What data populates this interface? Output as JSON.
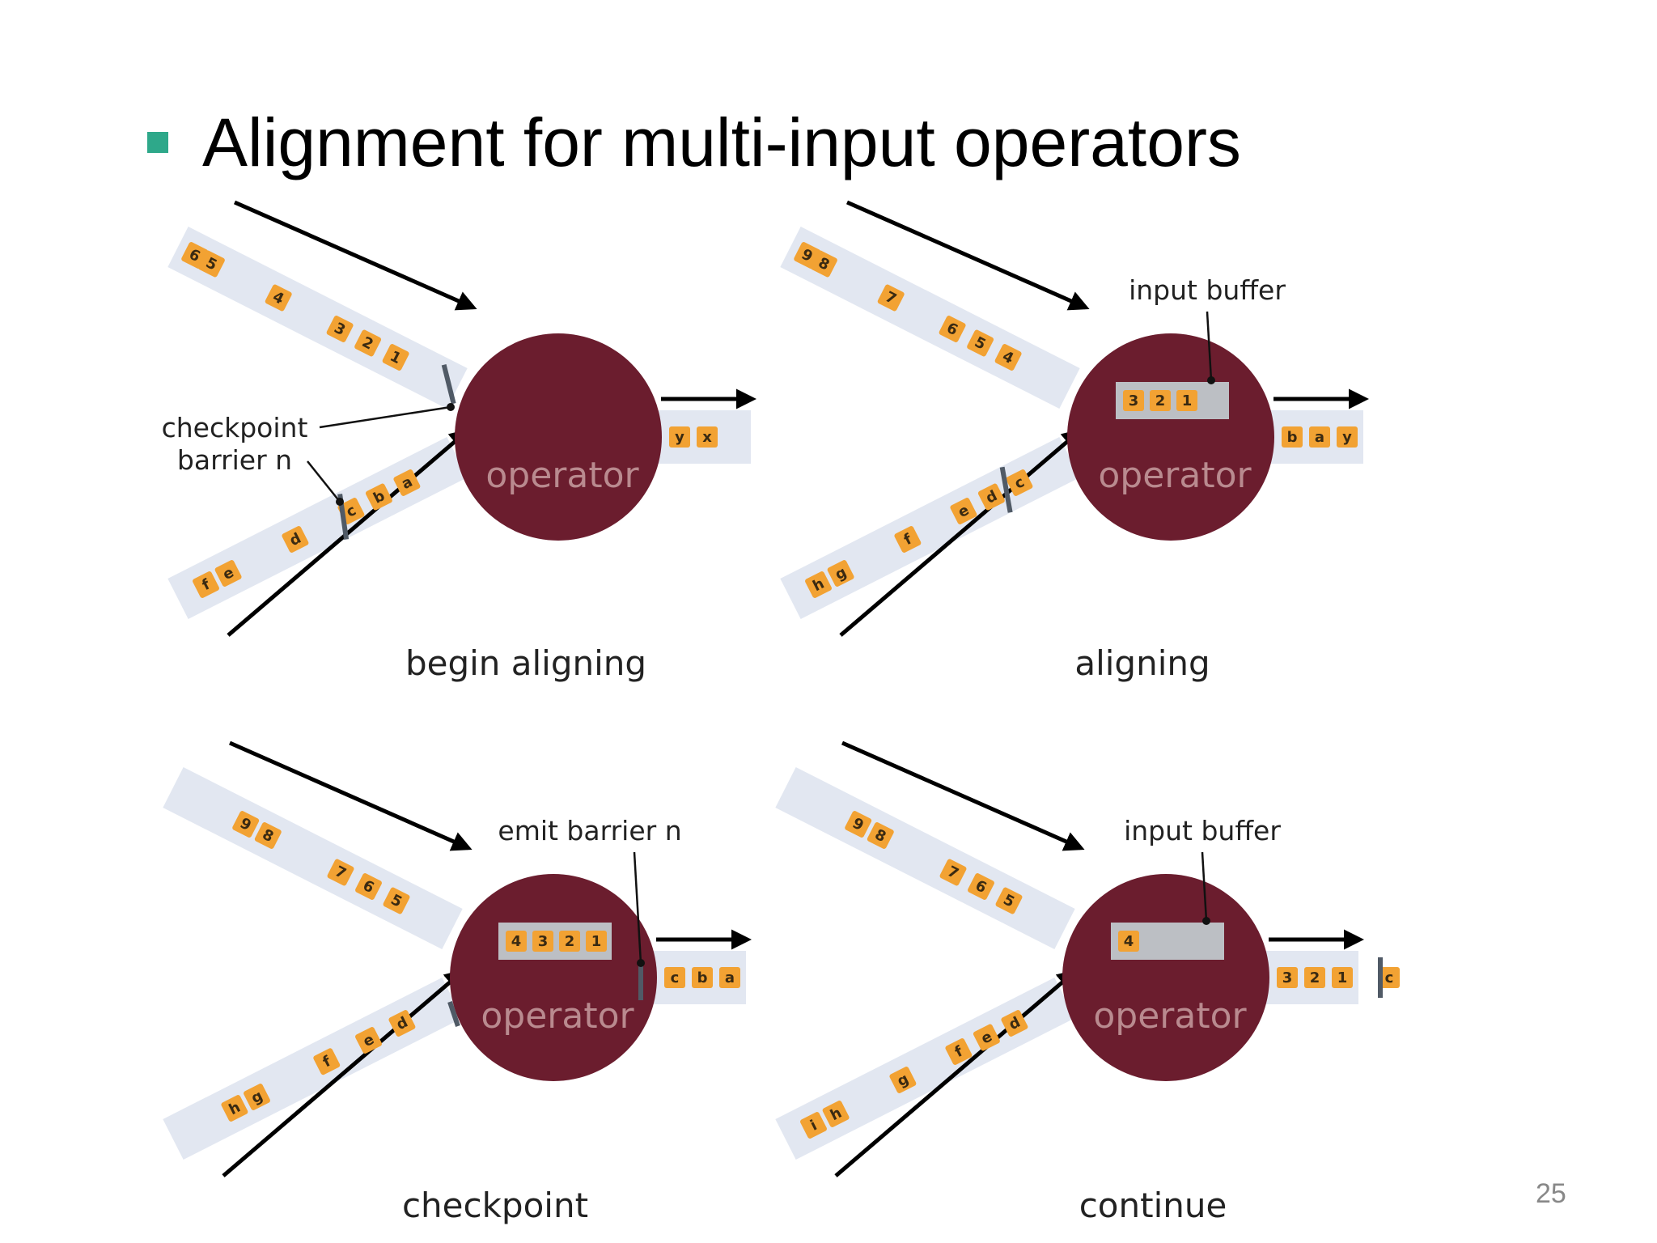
{
  "title": "Alignment for multi-input operators",
  "page_number": "25",
  "operator_label": "operator",
  "colors": {
    "bullet": "#2ea88a",
    "operator": "#6b1d2e",
    "token": "#f2a233",
    "lane": "#e2e7f1",
    "barrier": "#505a66"
  },
  "panels": [
    {
      "caption": "begin aligning",
      "top_input": [
        "6",
        "5",
        "4",
        "3",
        "2",
        "1"
      ],
      "bottom_input": [
        "f",
        "e",
        "d",
        "c",
        "b",
        "a"
      ],
      "output": [
        "y",
        "x"
      ],
      "buffer": [],
      "annotations": [
        "checkpoint",
        "barrier n"
      ]
    },
    {
      "caption": "aligning",
      "top_input": [
        "9",
        "8",
        "7",
        "6",
        "5",
        "4"
      ],
      "bottom_input": [
        "h",
        "g",
        "f",
        "e",
        "d",
        "c"
      ],
      "output": [
        "b",
        "a",
        "y"
      ],
      "buffer": [
        "3",
        "2",
        "1"
      ],
      "annotations": [
        "input buffer"
      ]
    },
    {
      "caption": "checkpoint",
      "top_input": [
        "9",
        "8",
        "7",
        "6",
        "5"
      ],
      "bottom_input": [
        "h",
        "g",
        "f",
        "e",
        "d"
      ],
      "output": [
        "c",
        "b",
        "a"
      ],
      "buffer": [
        "4",
        "3",
        "2",
        "1"
      ],
      "annotations": [
        "emit barrier n"
      ]
    },
    {
      "caption": "continue",
      "top_input": [
        "9",
        "8",
        "7",
        "6",
        "5"
      ],
      "bottom_input": [
        "i",
        "h",
        "g",
        "f",
        "e",
        "d"
      ],
      "output": [
        "3",
        "2",
        "1",
        "c"
      ],
      "buffer": [
        "4"
      ],
      "annotations": [
        "input buffer"
      ]
    }
  ]
}
